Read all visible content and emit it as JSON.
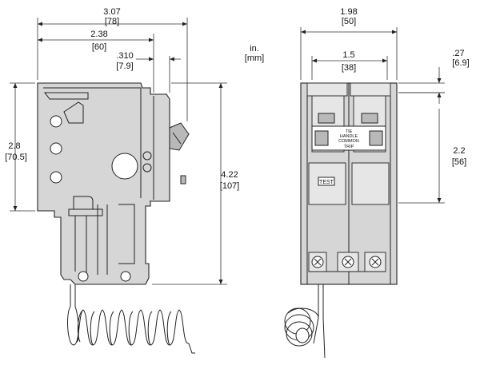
{
  "units": {
    "top": "in.",
    "bottom": "[mm]"
  },
  "side_view": {
    "overall_width": {
      "in": "3.07",
      "mm": "[78]"
    },
    "mid_width": {
      "in": "2.38",
      "mm": "[60]"
    },
    "offset": {
      "in": ".310",
      "mm": "[7.9]"
    },
    "body_height": {
      "in": "2.8",
      "mm": "[70.5]"
    },
    "overall_height": {
      "in": "4.22",
      "mm": "[107]"
    }
  },
  "front_view": {
    "overall_width": {
      "in": "1.98",
      "mm": "[50]"
    },
    "pole_spacing": {
      "in": "1.5",
      "mm": "[38]"
    },
    "top_offset": {
      "in": ".27",
      "mm": "[6.9]"
    },
    "handle_height": {
      "in": "2.2",
      "mm": "[56]"
    },
    "handle_tie_label": [
      "TIE",
      "HANDLE",
      "COMMON",
      "TRIP"
    ],
    "test_button_label": "TEST"
  }
}
